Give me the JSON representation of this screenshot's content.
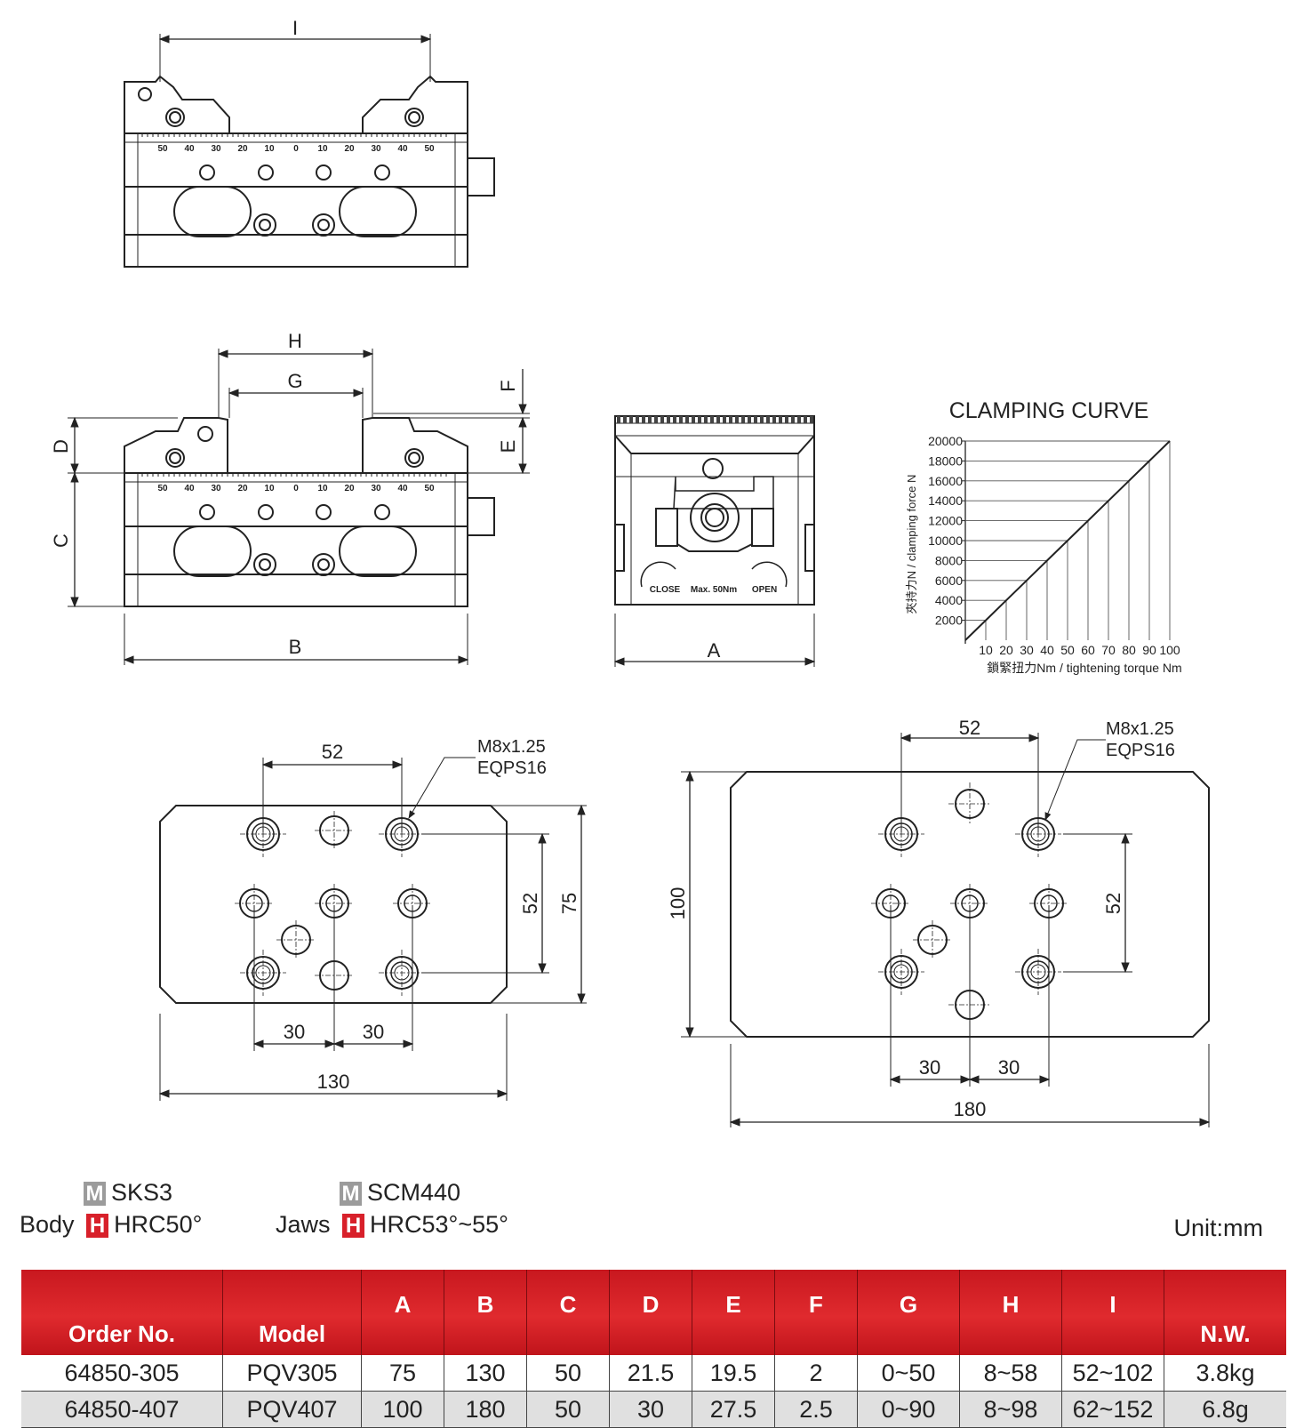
{
  "top_drawing": {
    "dim_I": "I",
    "scale_labels": [
      "50",
      "40",
      "30",
      "20",
      "10",
      "0",
      "10",
      "20",
      "30",
      "40",
      "50"
    ]
  },
  "side_drawing": {
    "dim_H": "H",
    "dim_G": "G",
    "dim_F": "F",
    "dim_E": "E",
    "dim_D": "D",
    "dim_C": "C",
    "dim_B": "B"
  },
  "end_drawing": {
    "dim_A": "A",
    "close": "CLOSE",
    "max": "Max. 50Nm",
    "open": "OPEN"
  },
  "clamping_curve": {
    "title": "CLAMPING CURVE",
    "ylabel": "夾持力N / clamping force N",
    "xlabel": "鎖緊扭力Nm / tightening torque Nm",
    "y_ticks": [
      "20000",
      "18000",
      "16000",
      "14000",
      "12000",
      "10000",
      "8000",
      "6000",
      "4000",
      "2000"
    ],
    "x_ticks": [
      "10",
      "20",
      "30",
      "40",
      "50",
      "60",
      "70",
      "80",
      "90",
      "100"
    ]
  },
  "chart_data": {
    "type": "line",
    "title": "CLAMPING CURVE",
    "xlabel": "鎖緊扭力Nm / tightening torque Nm",
    "ylabel": "夾持力N / clamping force N",
    "x": [
      0,
      10,
      20,
      30,
      40,
      50,
      60,
      70,
      80,
      90,
      100
    ],
    "series": [
      {
        "values": [
          0,
          2000,
          4000,
          6000,
          8000,
          10000,
          12000,
          14000,
          16000,
          18000,
          20000
        ]
      }
    ],
    "xlim": [
      0,
      100
    ],
    "ylim": [
      0,
      20000
    ],
    "grid": false
  },
  "base_small": {
    "thread": "M8x1.25",
    "eqps": "EQPS16",
    "d52_top": "52",
    "d52_side": "52",
    "d75": "75",
    "d30a": "30",
    "d30b": "30",
    "d130": "130"
  },
  "base_large": {
    "thread": "M8x1.25",
    "eqps": "EQPS16",
    "d52_top": "52",
    "d52_side": "52",
    "d100": "100",
    "d30a": "30",
    "d30b": "30",
    "d180": "180"
  },
  "materials": {
    "body_label": "Body",
    "body_m": "SKS3",
    "body_h": "HRC50°",
    "jaws_label": "Jaws",
    "jaws_m": "SCM440",
    "jaws_h": "HRC53°~55°",
    "badge_m": "M",
    "badge_h": "H",
    "unit": "Unit:mm"
  },
  "table": {
    "headers": [
      "Order No.",
      "Model",
      "A",
      "B",
      "C",
      "D",
      "E",
      "F",
      "G",
      "H",
      "I",
      "N.W."
    ],
    "rows": [
      [
        "64850-305",
        "PQV305",
        "75",
        "130",
        "50",
        "21.5",
        "19.5",
        "2",
        "0~50",
        "8~58",
        "52~102",
        "3.8kg"
      ],
      [
        "64850-407",
        "PQV407",
        "100",
        "180",
        "50",
        "30",
        "27.5",
        "2.5",
        "0~90",
        "8~98",
        "62~152",
        "6.8g"
      ]
    ]
  }
}
